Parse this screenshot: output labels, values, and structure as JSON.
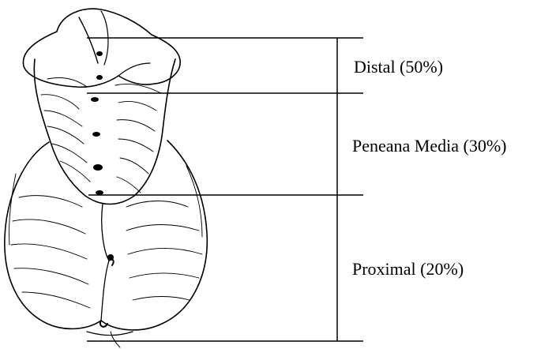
{
  "figure": {
    "illustration": "anatomical-line-drawing",
    "line_color": "#000000",
    "background": "#ffffff"
  },
  "labels": {
    "distal": "Distal (50%)",
    "media": "Peneana Media (30%)",
    "proximal": "Proximal (20%)"
  }
}
